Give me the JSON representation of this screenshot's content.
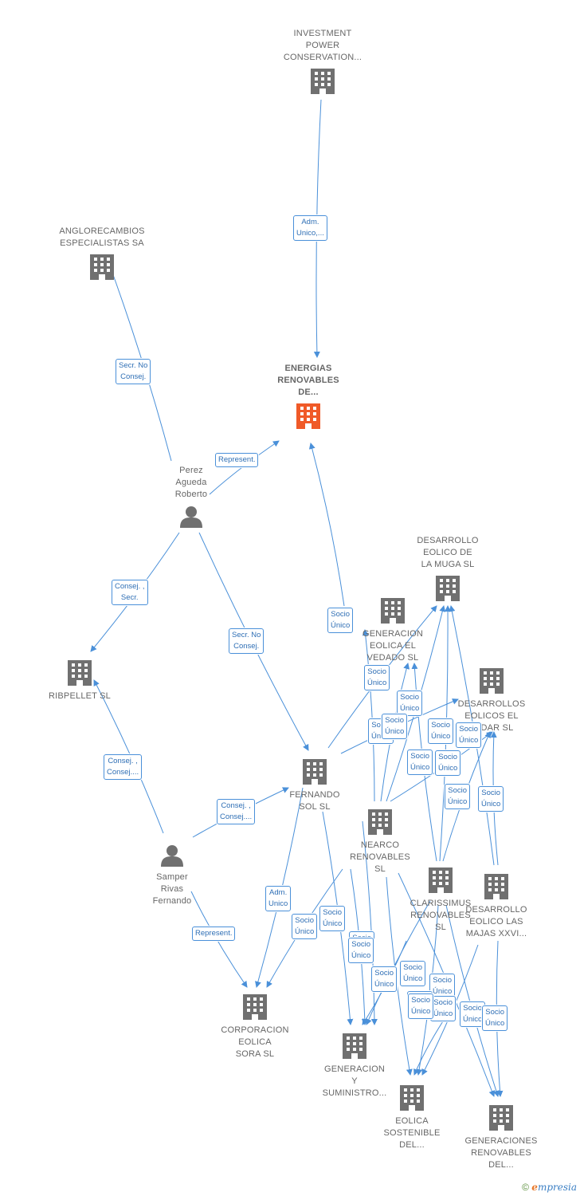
{
  "nodes": [
    {
      "id": "ipc",
      "label": [
        "INVESTMENT",
        "POWER",
        "CONSERVATION..."
      ],
      "type": "company",
      "bold": false
    },
    {
      "id": "er",
      "label": [
        "ENERGIAS",
        "RENOVABLES",
        "DE..."
      ],
      "type": "company-main",
      "bold": true
    },
    {
      "id": "ang",
      "label": [
        "ANGLORECAMBIOS",
        "ESPECIALISTAS SA"
      ],
      "type": "company",
      "bold": false
    },
    {
      "id": "pab",
      "label": [
        "Perez",
        "Agueda",
        "Roberto"
      ],
      "type": "person",
      "bold": false
    },
    {
      "id": "rib",
      "label": [
        "RIBPELLET SL"
      ],
      "type": "company",
      "bold": false
    },
    {
      "id": "fs",
      "label": [
        "FERNANDO",
        "SOL SL"
      ],
      "type": "company",
      "bold": false
    },
    {
      "id": "srf",
      "label": [
        "Samper",
        "Rivas",
        "Fernando"
      ],
      "type": "person",
      "bold": false
    },
    {
      "id": "ces",
      "label": [
        "CORPORACION",
        "EOLICA",
        "SORA SL"
      ],
      "type": "company",
      "bold": false
    },
    {
      "id": "dem",
      "label": [
        "DESARROLLO",
        "EOLICO DE",
        "LA MUGA SL"
      ],
      "type": "company",
      "bold": false
    },
    {
      "id": "gev",
      "label": [
        "GENERACION",
        "EOLICA EL",
        "VEDADO SL"
      ],
      "type": "company",
      "bold": false
    },
    {
      "id": "dee",
      "label": [
        "DESARROLLOS",
        "EOLICOS EL",
        "ALDAR SL"
      ],
      "type": "company",
      "bold": false
    },
    {
      "id": "nr",
      "label": [
        "NEARCO",
        "RENOVABLES",
        "SL"
      ],
      "type": "company",
      "bold": false
    },
    {
      "id": "cr",
      "label": [
        "CLARISSIMUS",
        "RENOVABLES",
        "SL"
      ],
      "type": "company",
      "bold": false
    },
    {
      "id": "del",
      "label": [
        "DESARROLLO",
        "EOLICO LAS",
        "MAJAS XXVI..."
      ],
      "type": "company",
      "bold": false
    },
    {
      "id": "gys",
      "label": [
        "GENERACION",
        "Y",
        "SUMINISTRO..."
      ],
      "type": "company",
      "bold": false
    },
    {
      "id": "esd",
      "label": [
        "EOLICA",
        "SOSTENIBLE",
        "DEL..."
      ],
      "type": "company",
      "bold": false
    },
    {
      "id": "grd",
      "label": [
        "GENERACIONES",
        "RENOVABLES",
        "DEL..."
      ],
      "type": "company",
      "bold": false
    }
  ],
  "edge_labels": [
    {
      "id": "e1",
      "text": [
        "Adm.",
        "Unico,..."
      ]
    },
    {
      "id": "e2",
      "text": [
        "Secr.  No",
        "Consej."
      ]
    },
    {
      "id": "e3",
      "text": [
        "Represent."
      ]
    },
    {
      "id": "e4",
      "text": [
        "Consej. ,",
        "Secr."
      ]
    },
    {
      "id": "e5",
      "text": [
        "Secr.  No",
        "Consej."
      ]
    },
    {
      "id": "e6",
      "text": [
        "Consej. ,",
        "Consej...."
      ]
    },
    {
      "id": "e7",
      "text": [
        "Consej. ,",
        "Consej...."
      ]
    },
    {
      "id": "e8",
      "text": [
        "Adm.",
        "Unico"
      ]
    },
    {
      "id": "e9",
      "text": [
        "Represent."
      ]
    },
    {
      "id": "e10",
      "text": [
        "Socio",
        "Único"
      ]
    },
    {
      "id": "e11",
      "text": [
        "Socio",
        "Único"
      ]
    },
    {
      "id": "e12",
      "text": [
        "Socio",
        "Único"
      ]
    },
    {
      "id": "e13",
      "text": [
        "Socio",
        "Único"
      ]
    },
    {
      "id": "e14",
      "text": [
        "Socio",
        "Único"
      ]
    },
    {
      "id": "e15",
      "text": [
        "Socio",
        "Único"
      ]
    },
    {
      "id": "e16",
      "text": [
        "Socio",
        "Único"
      ]
    },
    {
      "id": "e17",
      "text": [
        "Socio",
        "Único"
      ]
    },
    {
      "id": "e18",
      "text": [
        "Socio",
        "Único"
      ]
    },
    {
      "id": "e19",
      "text": [
        "Socio",
        "Único"
      ]
    },
    {
      "id": "e20",
      "text": [
        "Socio",
        "Único"
      ]
    },
    {
      "id": "e21",
      "text": [
        "Socio",
        "Único"
      ]
    },
    {
      "id": "e22",
      "text": [
        "Socio",
        "Único"
      ]
    },
    {
      "id": "e23",
      "text": [
        "Socio",
        "Único"
      ]
    },
    {
      "id": "e24",
      "text": [
        "Socio",
        "Único"
      ]
    },
    {
      "id": "e25",
      "text": [
        "Socio",
        "Único"
      ]
    },
    {
      "id": "e26",
      "text": [
        "Socio",
        "Único"
      ]
    },
    {
      "id": "e27",
      "text": [
        "Socio",
        "Único"
      ]
    },
    {
      "id": "e28",
      "text": [
        "Socio",
        "Único"
      ]
    },
    {
      "id": "e29",
      "text": [
        "Socio",
        "Único"
      ]
    },
    {
      "id": "e30",
      "text": [
        "Socio",
        "Único"
      ]
    },
    {
      "id": "e31",
      "text": [
        "Socio",
        "Único"
      ]
    },
    {
      "id": "e32",
      "text": [
        "Socio",
        "Único"
      ]
    }
  ],
  "colors": {
    "edge": "#4a90d9",
    "edge_text": "#2f6fb5",
    "icon": "#707070",
    "main_icon": "#f05a28",
    "label": "#666666"
  },
  "footer": {
    "copyright": "©",
    "brand_first": "e",
    "brand_rest": "mpresia"
  }
}
